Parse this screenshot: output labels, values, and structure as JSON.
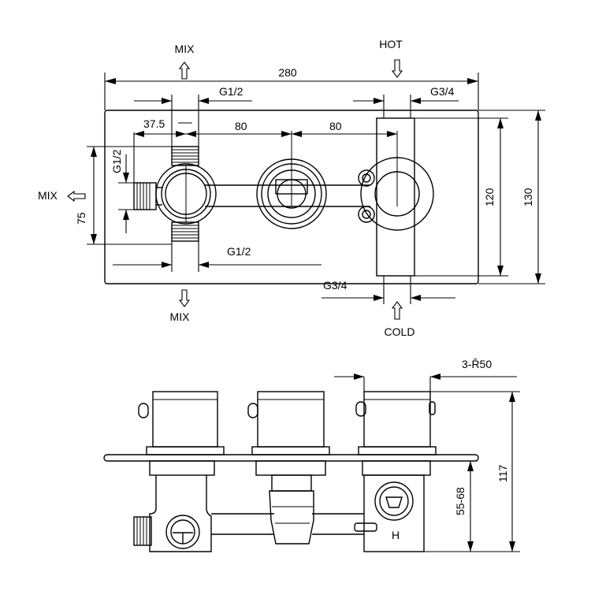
{
  "labels": {
    "mix_top": "MIX",
    "mix_left": "MIX",
    "mix_bottom": "MIX",
    "hot": "HOT",
    "cold": "COLD",
    "h_mark": "H"
  },
  "dimensions": {
    "overall_width": "280",
    "g_half_top": "G1/2",
    "g_three_quarter_top": "G3/4",
    "offset_37_5": "37.5",
    "spacing_80_left": "80",
    "spacing_80_right": "80",
    "g_half_left": "G1/2",
    "height_75": "75",
    "g_half_bottom": "G1/2",
    "height_120": "120",
    "height_130": "130",
    "g_three_quarter_bottom": "G3/4",
    "radius_note": "3-Ř50",
    "depth_117": "117",
    "depth_range": "55-68"
  }
}
